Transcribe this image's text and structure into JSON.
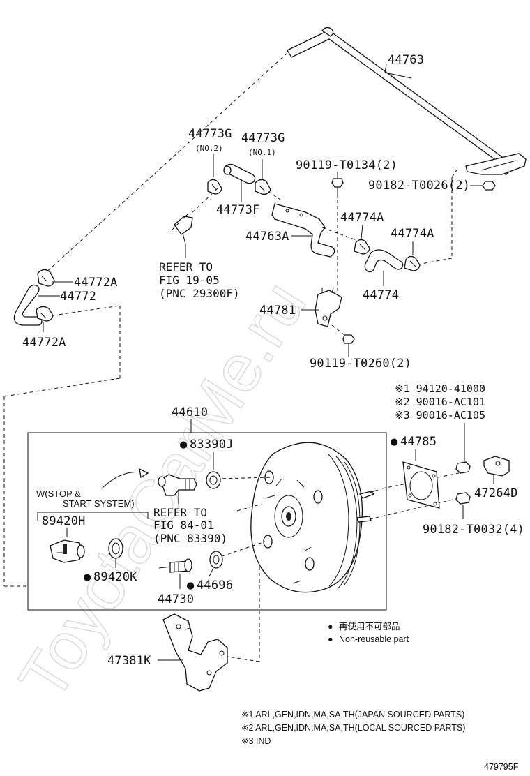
{
  "watermark": "ToyotaCarMe.ru",
  "labels": {
    "p44763": "44763",
    "p44773G_1": "44773G",
    "p44773G_1_note": "(NO.2)",
    "p44773G_2": "44773G",
    "p44773G_2_note": "(NO.1)",
    "p90119_T0134": "90119-T0134(2)",
    "p90182_T0026": "90182-T0026(2)",
    "p44773F": "44773F",
    "p44774A_1": "44774A",
    "p44774A_2": "44774A",
    "p44763A": "44763A",
    "p44774": "44774",
    "p44781": "44781",
    "p90119_T0260": "90119-T0260(2)",
    "p44772A_1": "44772A",
    "p44772": "44772",
    "p44772A_2": "44772A",
    "p44610": "44610",
    "p83390J": "83390J",
    "p44785": "44785",
    "p89420H": "89420H",
    "p89420K": "89420K",
    "p44696": "44696",
    "p44730": "44730",
    "p47264D": "47264D",
    "p90182_T0032": "90182-T0032(4)",
    "p47381K": "47381K",
    "alt_1": "※1 94120-41000",
    "alt_2": "※2 90016-AC101",
    "alt_3": "※3 90016-AC105"
  },
  "refs": {
    "ref1_line1": "REFER TO",
    "ref1_line2": "FIG 19-05",
    "ref1_line3": "(PNC 29300F)",
    "ref2_line1": "REFER TO",
    "ref2_line2": "FIG 84-01",
    "ref2_line3": "(PNC 83390)"
  },
  "condition": {
    "line1": "W(STOP &",
    "line2": "START SYSTEM)"
  },
  "legend": {
    "jp": "再使用不可部品",
    "en": "Non-reusable part"
  },
  "footnotes": {
    "n1": "※1 ARL,GEN,IDN,MA,SA,TH(JAPAN SOURCED PARTS)",
    "n2": "※2 ARL,GEN,IDN,MA,SA,TH(LOCAL SOURCED PARTS)",
    "n3": "※3 IND"
  },
  "figure_id": "479795F"
}
